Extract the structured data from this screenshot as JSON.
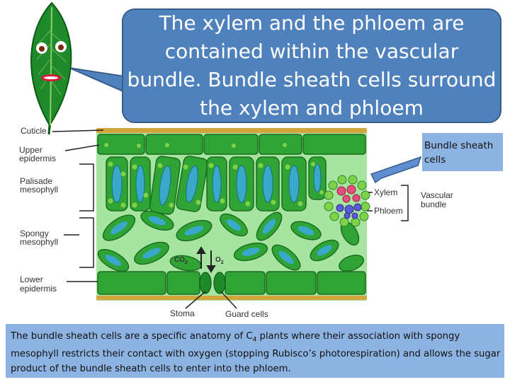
{
  "speech_bubble": {
    "text": "The xylem and the phloem are contained within the vascular bundle. Bundle sheath cells surround the xylem and phloem"
  },
  "callout_bundle_sheath": {
    "text": "Bundle sheath cells"
  },
  "caption": {
    "before_sub": "The bundle sheath cells are a specific anatomy of C",
    "sub": "4",
    "after_sub": " plants where their association with spongy mesophyll restricts their contact with oxygen (stopping Rubisco’s photorespiration) and allows the sugar product of the bundle sheath cells to enter into the phloem."
  },
  "diagram_labels": {
    "cuticle": "Cuticle",
    "upper_epidermis_1": "Upper",
    "upper_epidermis_2": "epidermis",
    "palisade_1": "Palisade",
    "palisade_2": "mesophyll",
    "spongy_1": "Spongy",
    "spongy_2": "mesophyll",
    "lower_epidermis_1": "Lower",
    "lower_epidermis_2": "epidermis",
    "xylem": "Xylem",
    "phloem": "Phloem",
    "vascular_1": "Vascular",
    "vascular_2": "bundle",
    "stoma": "Stoma",
    "guard_cells": "Guard cells",
    "co2": "CO",
    "co2_sub": "2",
    "o2": "O",
    "o2_sub": "2"
  },
  "colors": {
    "bubble_fill": "#4f81bd",
    "callout_fill": "#8db3e2",
    "leaf_green": "#1f8a2a",
    "cell_green": "#2fa334",
    "chloroplast": "#7fd14a",
    "vacuole": "#3aa8c8"
  }
}
